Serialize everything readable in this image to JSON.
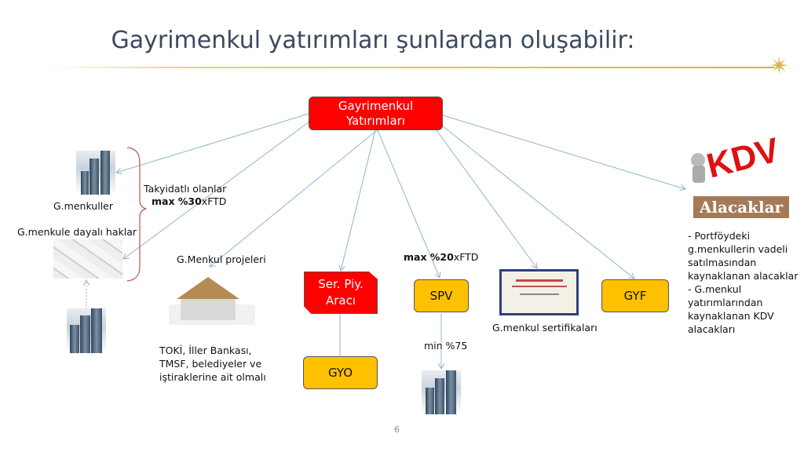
{
  "title": "Gayrimenkul yatırımları şunlardan oluşabilir:",
  "root": {
    "line1": "Gayrimenkul",
    "line2": "Yatırımları"
  },
  "left": {
    "gmenkuller": "G.menkuller",
    "haklar": "G.menkule dayalı haklar",
    "takyidat_line1": "Takyidatlı olanlar",
    "takyidat_max_bold": "max %30",
    "takyidat_suffix": "xFTD"
  },
  "projeler": {
    "label": "G.Menkul projeleri",
    "note": [
      "TOKİ, İller Bankası,",
      "TMSF, belediyeler ve",
      "iştiraklerine ait olmalı"
    ]
  },
  "ser_piy": {
    "line1": "Ser. Piy.",
    "line2": "Aracı"
  },
  "gyo": "GYO",
  "spv": {
    "label": "SPV",
    "max_bold": "max %20",
    "max_suffix": "xFTD",
    "min": "min %75"
  },
  "sertifika": {
    "label": "G.menkul sertifikaları"
  },
  "gyf": "GYF",
  "alacaklar": {
    "kdv_logo": "KDV",
    "title": "Alacaklar",
    "lines": [
      "- Portföydeki",
      "g.menkullerin vadeli",
      "satılmasından",
      "kaynaklanan alacaklar",
      "- G.menkul",
      "yatırımlarından",
      "kaynaklanan KDV",
      "alacakları"
    ]
  },
  "page_number": "6",
  "colors": {
    "red": "#ff0000",
    "yellow": "#ffc000",
    "arrow": "#8fb4d0",
    "brown": "#a57a58"
  }
}
